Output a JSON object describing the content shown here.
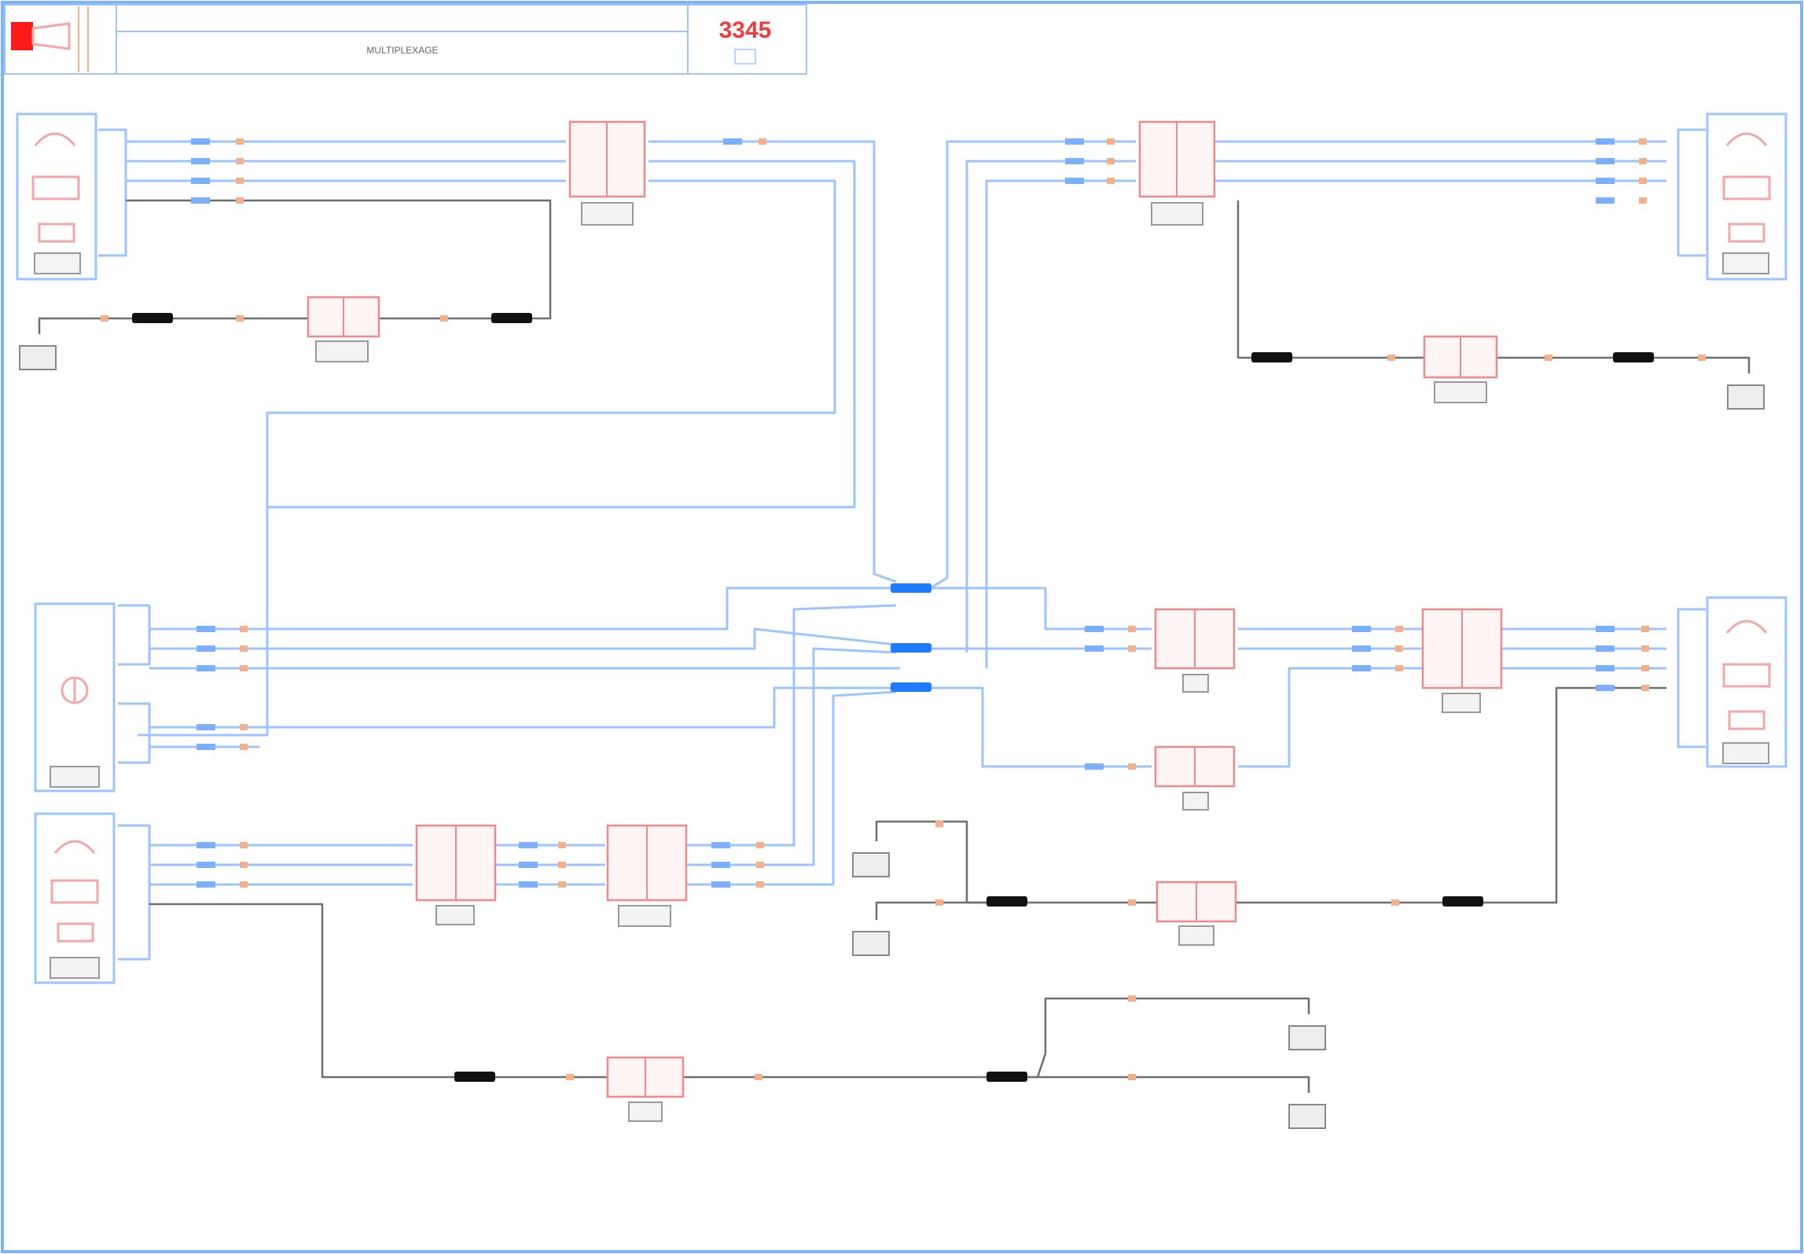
{
  "header": {
    "title": "MULTIPLEXAGE",
    "code": "3345"
  },
  "footer": {
    "page": ""
  },
  "components": [
    {
      "id": "comp-front-left-door-module",
      "icon": "door-module-icon"
    },
    {
      "id": "comp-front-right-door-module",
      "icon": "door-module-icon"
    },
    {
      "id": "comp-central-unit",
      "icon": "control-unit-icon"
    },
    {
      "id": "comp-rear-left-door-module",
      "icon": "door-module-icon"
    },
    {
      "id": "comp-rear-right-door-module",
      "icon": "door-module-icon"
    }
  ],
  "colors": {
    "frame": "#7fb2ff",
    "wire_blue": "#9cc4ff",
    "wire_gray": "#6f6f6f",
    "connector_red": "#f08a8a",
    "splice_blue": "#1f7bff",
    "splice_black": "#111111",
    "label_blue": "#7ab0ff",
    "label_orange": "#f5b08a",
    "title_red": "#ef3b3b",
    "pale_blue_text": "#b8d3ff"
  }
}
